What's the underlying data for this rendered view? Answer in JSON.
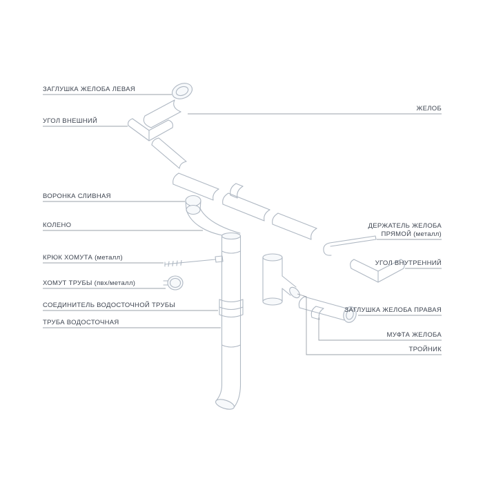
{
  "colors": {
    "background": "#ffffff",
    "leader_line": "#9aa0a9",
    "part_line": "#aeb7c2",
    "label_text": "#3d4450"
  },
  "labels": {
    "left": [
      {
        "text": "ЗАГЛУШКА ЖЕЛОБА ЛЕВАЯ"
      },
      {
        "text": "УГОЛ ВНЕШНИЙ"
      },
      {
        "text": "ВОРОНКА СЛИВНАЯ"
      },
      {
        "text": "КОЛЕНО"
      },
      {
        "text": "КРЮК ХОМУТА (металл)"
      },
      {
        "text": "ХОМУТ ТРУБЫ (пвх/металл)"
      },
      {
        "text": "СОЕДИНИТЕЛЬ ВОДОСТОЧНОЙ ТРУБЫ"
      },
      {
        "text": "ТРУБА ВОДОСТОЧНАЯ"
      }
    ],
    "right": [
      {
        "text": "ЖЕЛОБ"
      },
      {
        "text_line1": "ДЕРЖАТЕЛЬ ЖЕЛОБА",
        "text_line2": "ПРЯМОЙ (металл)"
      },
      {
        "text": "УГОЛ ВНУТРЕННИЙ"
      },
      {
        "text": "ЗАГЛУШКА ЖЕЛОБА ПРАВАЯ"
      },
      {
        "text": "МУФТА ЖЕЛОБА"
      },
      {
        "text": "ТРОЙНИК"
      }
    ]
  }
}
